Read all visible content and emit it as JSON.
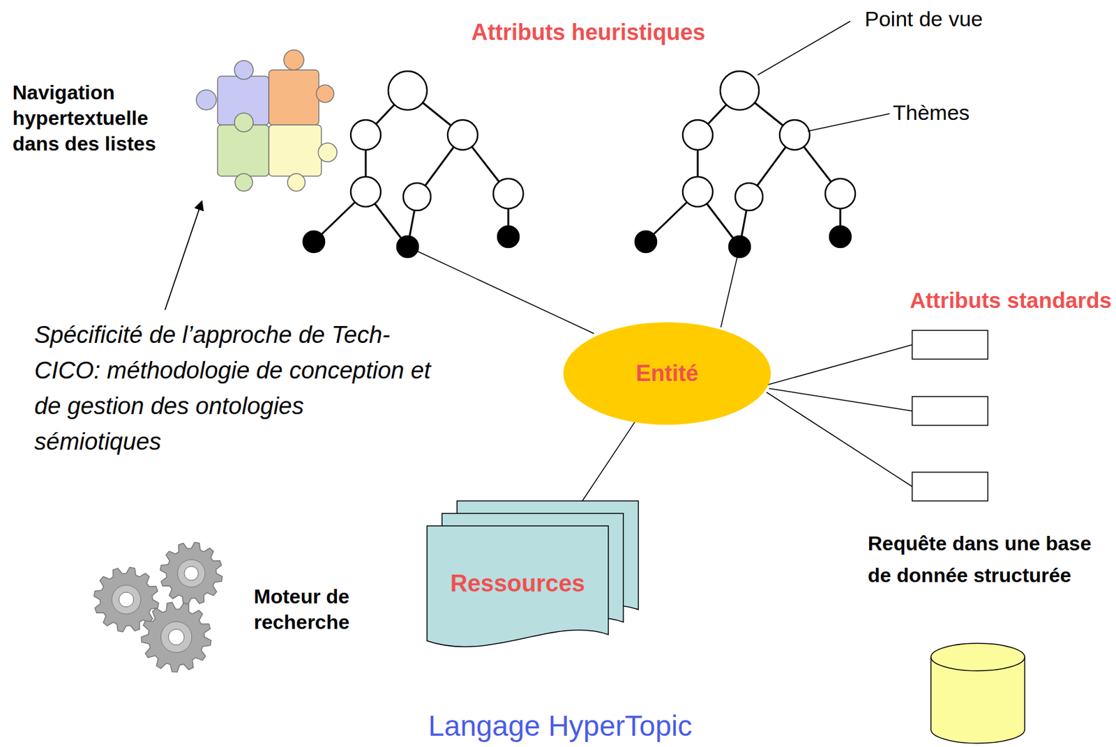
{
  "diagram": {
    "nodes": [
      {
        "text": [
          "Entité"
        ]
      },
      {
        "text": [
          "Ressources"
        ]
      }
    ],
    "edges": [
      {
        "from": 0,
        "to": 1,
        "arrow": "none"
      }
    ],
    "labels": [
      "Attributs heuristiques",
      "Point de vue",
      "Thèmes",
      "Attributs standards",
      "Navigation hypertextuelle dans des listes",
      "Spécificité de l’approche de Tech-CICO: méthodologie de conception et de gestion des ontologies sémiotiques",
      "Moteur de recherche",
      "Requête dans une base de donnée structurée",
      "Langage HyperTopic"
    ]
  }
}
